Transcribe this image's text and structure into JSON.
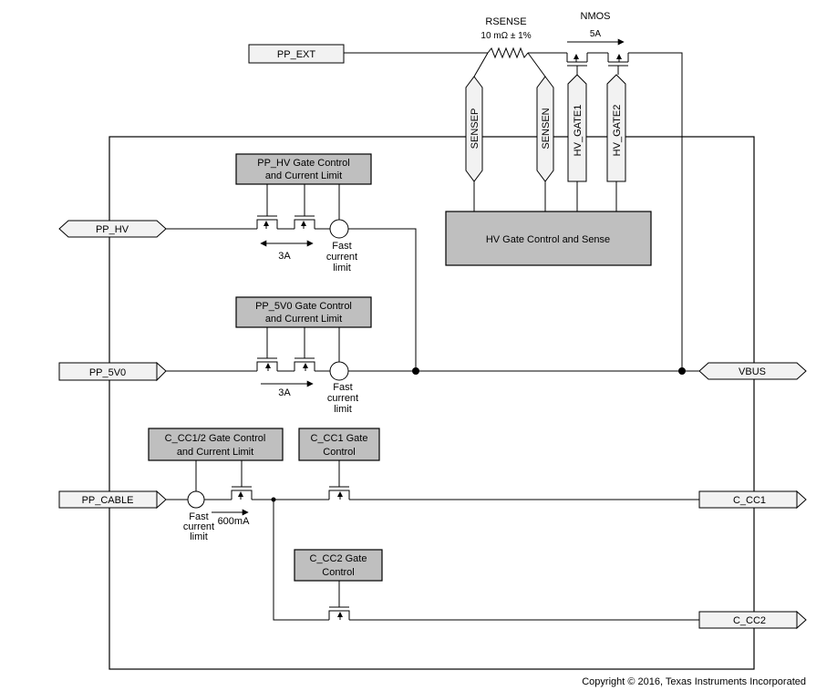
{
  "ports": {
    "pp_ext": "PP_EXT",
    "pp_hv": "PP_HV",
    "pp_5v0": "PP_5V0",
    "pp_cable": "PP_CABLE",
    "vbus": "VBUS",
    "c_cc1": "C_CC1",
    "c_cc2": "C_CC2"
  },
  "rsense": {
    "title": "RSENSE",
    "value": "10 mΩ ± 1%"
  },
  "nmos": {
    "title": "NMOS",
    "current": "5A"
  },
  "pins": {
    "sensep": "SENSEP",
    "sensen": "SENSEN",
    "hv_gate1": "HV_GATE1",
    "hv_gate2": "HV_GATE2"
  },
  "blocks": {
    "hv_gate_sense": "HV Gate Control and Sense",
    "pp_hv_gate": [
      "PP_HV Gate Control",
      "and Current Limit"
    ],
    "pp_5v0_gate": [
      "PP_5V0 Gate Control",
      "and Current Limit"
    ],
    "c_cc12_gate": [
      "C_CC1/2 Gate Control",
      "and Current Limit"
    ],
    "c_cc1_gate": [
      "C_CC1 Gate",
      "Control"
    ],
    "c_cc2_gate": [
      "C_CC2 Gate",
      "Control"
    ]
  },
  "labels": {
    "hv_current": "3A",
    "v5_current": "3A",
    "cable_current": "600mA",
    "fast_limit": [
      "Fast",
      "current",
      "limit"
    ]
  },
  "copyright": "Copyright © 2016, Texas Instruments Incorporated"
}
